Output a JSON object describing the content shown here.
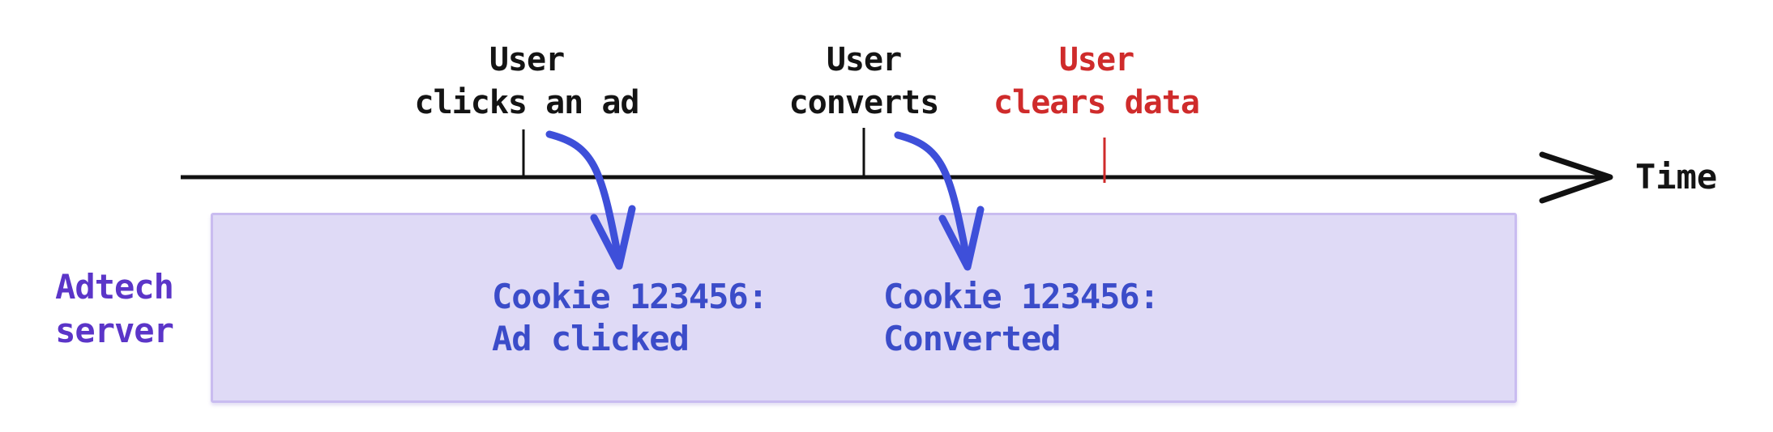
{
  "diagram": {
    "title_semantic": "Third-party cookie conversion tracking timeline",
    "timeline": {
      "axis_label": "Time",
      "events": [
        {
          "id": "click",
          "label": "User\nclicks an ad",
          "status": "normal"
        },
        {
          "id": "convert",
          "label": "User\nconverts",
          "status": "normal"
        },
        {
          "id": "clear",
          "label": "User\nclears data",
          "status": "danger"
        }
      ]
    },
    "server_box": {
      "label": "Adtech\nserver",
      "records": [
        {
          "text": "Cookie 123456:\nAd clicked"
        },
        {
          "text": "Cookie 123456:\nConverted"
        }
      ]
    },
    "colors": {
      "text_black": "#141414",
      "danger_red": "#cf2b2b",
      "server_purple": "#5b35c8",
      "record_blue": "#3b4cc9",
      "arrow_blue": "#3e4fd9",
      "box_fill": "#dfdaf6",
      "box_border": "#c9bcf0",
      "axis_black": "#111111"
    }
  }
}
